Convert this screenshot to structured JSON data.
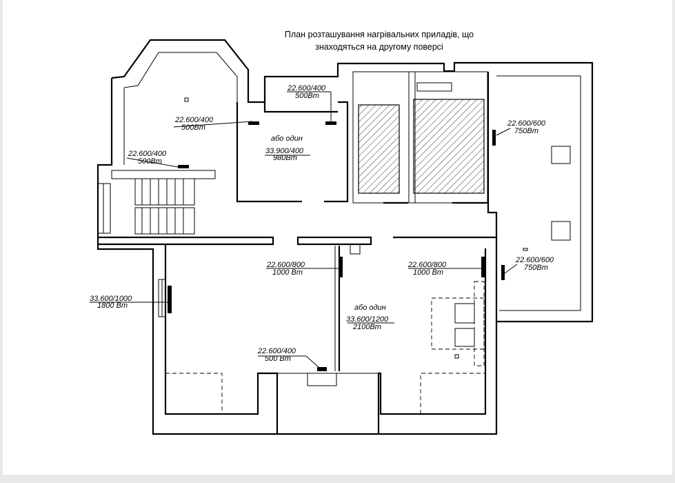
{
  "title": {
    "line1": "План розташування нагрівальних приладів, що",
    "line2": "знаходяться на другому поверсі"
  },
  "heaters": [
    {
      "id": "heater-tower-upper",
      "model": "22.600/400",
      "power": "500Вт"
    },
    {
      "id": "heater-tower-lower",
      "model": "22.600/400",
      "power": "500Вт"
    },
    {
      "id": "heater-hall-top",
      "model": "22.600/400",
      "power": "500Вт"
    },
    {
      "id": "heater-hall-alt",
      "note": "або один",
      "model": "33.900/400",
      "power": "980Вт"
    },
    {
      "id": "heater-right-upper",
      "model": "22.600/600",
      "power": "750Вт"
    },
    {
      "id": "heater-right-lower",
      "model": "22.600/600",
      "power": "750Вт"
    },
    {
      "id": "heater-center-left",
      "model": "22.600/800",
      "power": "1000 Вт"
    },
    {
      "id": "heater-center-right",
      "model": "22.600/800",
      "power": "1000 Вт"
    },
    {
      "id": "heater-left-wall",
      "model": "33.600/1000",
      "power": "1800 Вт"
    },
    {
      "id": "heater-center-alt",
      "note": "або один",
      "model": "33.600/1200",
      "power": "2100Вт"
    },
    {
      "id": "heater-bottom",
      "model": "22.600/400",
      "power": "500 Вт"
    }
  ],
  "colors": {
    "line": "#000000",
    "sheet": "#ffffff",
    "viewer_background": "#e9e9ec"
  }
}
